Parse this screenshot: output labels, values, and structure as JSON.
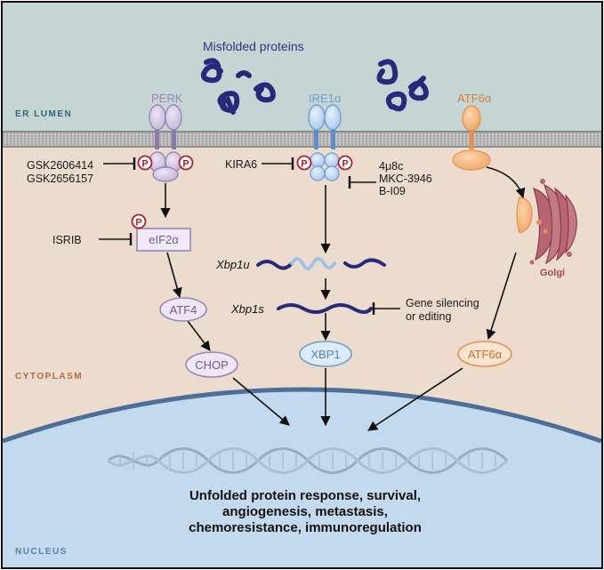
{
  "regions": {
    "er_lumen": "ER LUMEN",
    "cytoplasm": "CYTOPLASM",
    "nucleus": "NUCLEUS"
  },
  "labels": {
    "misfolded": "Misfolded proteins",
    "perk": "PERK",
    "ire1": "IRE1α",
    "atf6_top": "ATF6α",
    "golgi": "Golgi",
    "p": "P"
  },
  "inhibitors": {
    "perk": [
      "GSK2606414",
      "GSK2656157"
    ],
    "kira6": "KIRA6",
    "rnase": [
      "4μ8c",
      "MKC-3946",
      "B-I09"
    ],
    "isrib": "ISRIB",
    "gene": [
      "Gene silencing",
      "or editing"
    ]
  },
  "nodes": {
    "eif2a": "eIF2α",
    "atf4": "ATF4",
    "chop": "CHOP",
    "xbp1u": "Xbp1u",
    "xbp1s": "Xbp1s",
    "xbp1": "XBP1",
    "atf6": "ATF6α"
  },
  "outcome": [
    "Unfolded protein response, survival,",
    "angiogenesis, metastasis,",
    "chemoresistance, immunoregulation"
  ],
  "colors": {
    "lumen": "#c5d5d3",
    "cytoplasm": "#ecdcce",
    "nucleus": "#c3d9ee",
    "perk": "#9a86b8",
    "ire1": "#6f9fd2",
    "atf6": "#e4924d",
    "golgi": "#9f4a57",
    "phospho": "#b31f2c",
    "mrna": "#262a7a"
  }
}
